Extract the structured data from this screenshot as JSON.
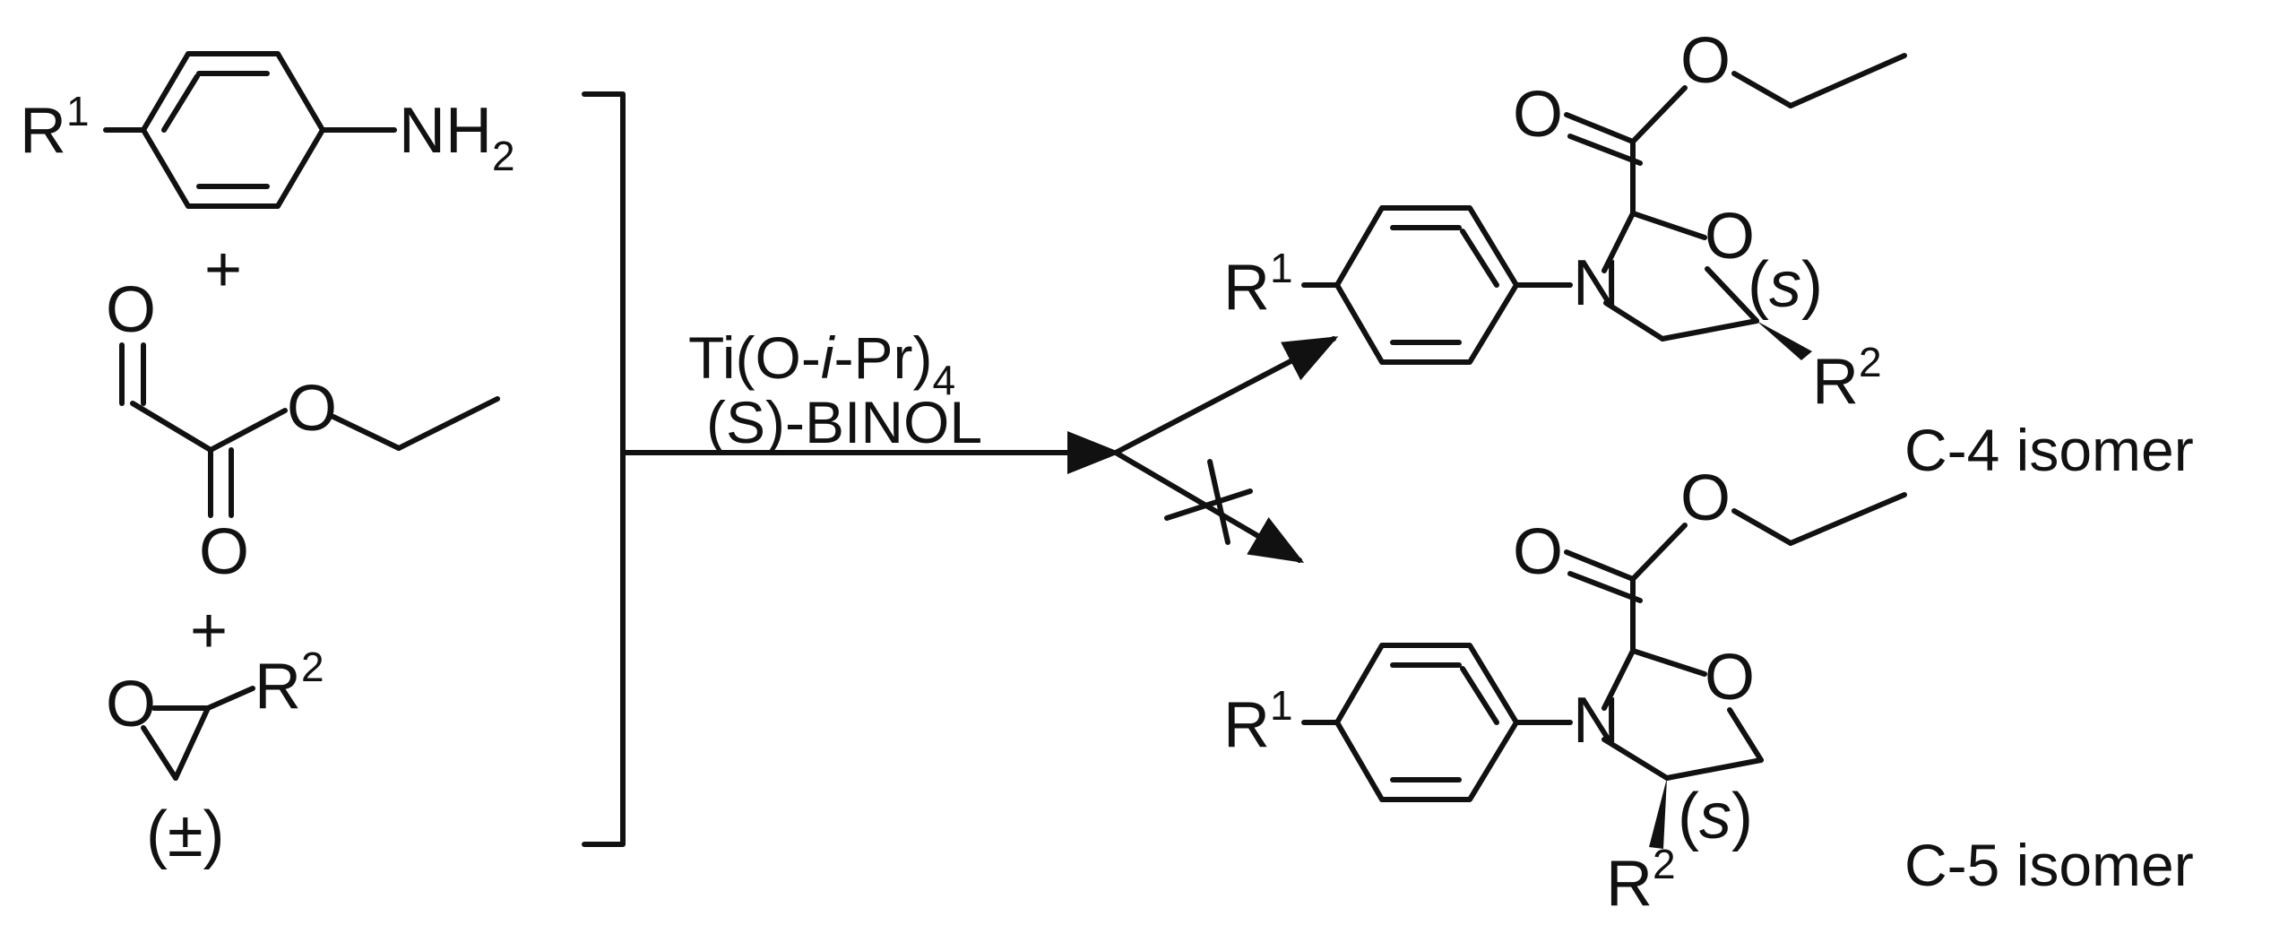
{
  "reactants": {
    "aniline": {
      "r_group": "R",
      "r_index": "1",
      "amine": "NH",
      "amine_sub": "2"
    },
    "plus_1": "+",
    "glyoxylate": {
      "aldehyde_o": "O",
      "carbonyl_o": "O",
      "ester_o": "O"
    },
    "plus_2": "+",
    "epoxide": {
      "ring_o": "O",
      "r_group": "R",
      "r_index": "2",
      "racemic": "(±)"
    }
  },
  "conditions": {
    "catalyst_prefix": "Ti(O-",
    "catalyst_italic": "i",
    "catalyst_suffix": "-Pr)",
    "catalyst_sub": "4",
    "ligand": "(S)-BINOL"
  },
  "products": {
    "c4": {
      "carbonyl_o": "O",
      "ester_o": "O",
      "ring_o": "O",
      "ring_n": "N",
      "aryl_r": "R",
      "aryl_r_index": "1",
      "stereo": "s",
      "sub_r": "R",
      "sub_r_index": "2",
      "label": "C-4 isomer"
    },
    "c5": {
      "carbonyl_o": "O",
      "ester_o": "O",
      "ring_o": "O",
      "ring_n": "N",
      "aryl_r": "R",
      "aryl_r_index": "1",
      "stereo": "s",
      "sub_r": "R",
      "sub_r_index": "2",
      "label": "C-5 isomer"
    }
  }
}
